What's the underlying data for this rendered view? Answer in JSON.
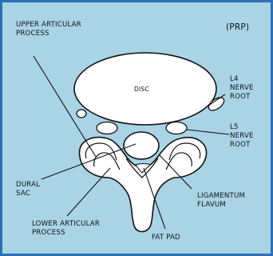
{
  "figure": {
    "source_tag": "(PRP)",
    "colors": {
      "background": "#a9d4e6",
      "frame": "#2a70b4",
      "structure_fill": "#ffffff",
      "outline": "#111111"
    },
    "labels": {
      "upper_articular_1": "UPPER ARTICULAR",
      "upper_articular_2": "PROCESS",
      "disc": "DISC",
      "l4_1": "L4",
      "l4_2": "NERVE",
      "l4_3": "ROOT",
      "l5_1": "L5",
      "l5_2": "NERVE",
      "l5_3": "ROOT",
      "dural_1": "DURAL",
      "dural_2": "SAC",
      "ligamentum_1": "LIGAMENTUM",
      "ligamentum_2": "FLAVUM",
      "lower_articular_1": "LOWER ARTICULAR",
      "lower_articular_2": "PROCESS",
      "fat_pad": "FAT PAD"
    }
  }
}
